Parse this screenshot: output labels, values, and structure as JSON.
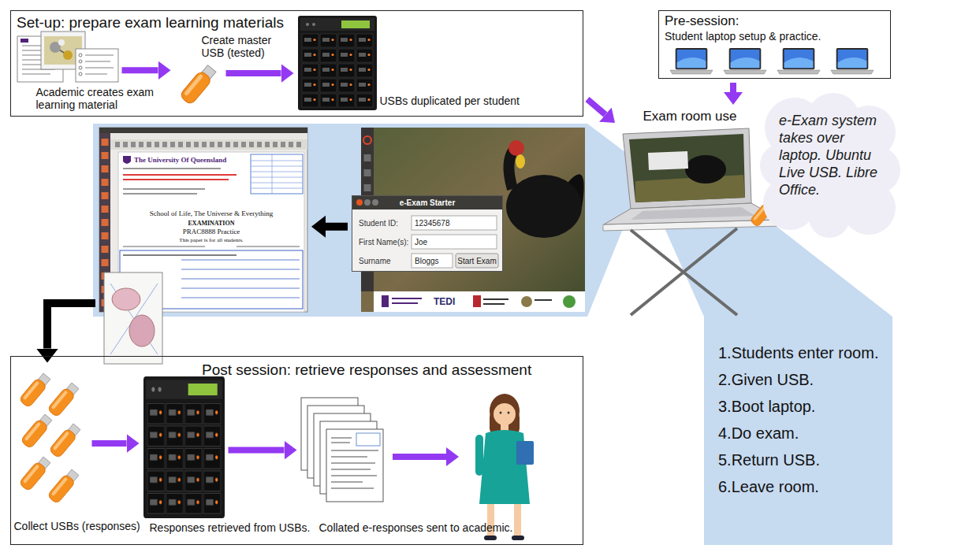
{
  "diagram": {
    "nodes": [
      {
        "text": [
          "Set-up: prepare exam learning materials"
        ]
      },
      {
        "text": [
          "Academic creates exam learning material"
        ],
        "in": 0
      },
      {
        "text": [
          "Create master USB (tested)"
        ],
        "in": 0
      },
      {
        "text": [
          "USBs duplicated per student"
        ],
        "in": 0
      },
      {
        "text": [
          "Pre-session:",
          "Student laptop setup & practice."
        ]
      },
      {
        "text": [
          "Exam room use"
        ]
      },
      {
        "text": [
          "e-Exam system takes over laptop. Ubuntu Live USB. Libre Office."
        ]
      },
      {
        "text": [
          "The University Of Queensland",
          "School of Life, The Universe & Everything",
          "EXAMINATION",
          "PRAC8888 Practice",
          "This paper is for all students."
        ]
      },
      {
        "text": [
          "e-Exam Starter",
          "Student ID:",
          "12345678",
          "First Name(s):",
          "Joe",
          "Surname",
          "Bloggs",
          "Start Exam"
        ]
      },
      {
        "text": [
          "1.Students enter room.",
          "2.Given USB.",
          "3.Boot laptop.",
          "4.Do exam.",
          "5.Return USB.",
          "6.Leave room."
        ]
      },
      {
        "text": [
          "Post session: retrieve responses and assessment"
        ]
      },
      {
        "text": [
          "Collect USBs (responses)"
        ],
        "in": 10
      },
      {
        "text": [
          "Responses retrieved from USBs."
        ],
        "in": 10
      },
      {
        "text": [
          "Collated e-responses sent to academic."
        ],
        "in": 10
      }
    ],
    "edges": [
      {
        "from": 1,
        "to": 2,
        "arrow": "to"
      },
      {
        "from": 2,
        "to": 3,
        "arrow": "to"
      },
      {
        "from": 0,
        "to": 5,
        "arrow": "to"
      },
      {
        "from": 4,
        "to": 5,
        "arrow": "to"
      },
      {
        "from": 8,
        "to": 7,
        "arrow": "to"
      },
      {
        "from": 7,
        "to": 11,
        "arrow": "to"
      },
      {
        "from": 11,
        "to": 12,
        "arrow": "to"
      },
      {
        "from": 12,
        "to": 13,
        "arrow": "to"
      }
    ],
    "labels": [
      "TEDI"
    ]
  }
}
